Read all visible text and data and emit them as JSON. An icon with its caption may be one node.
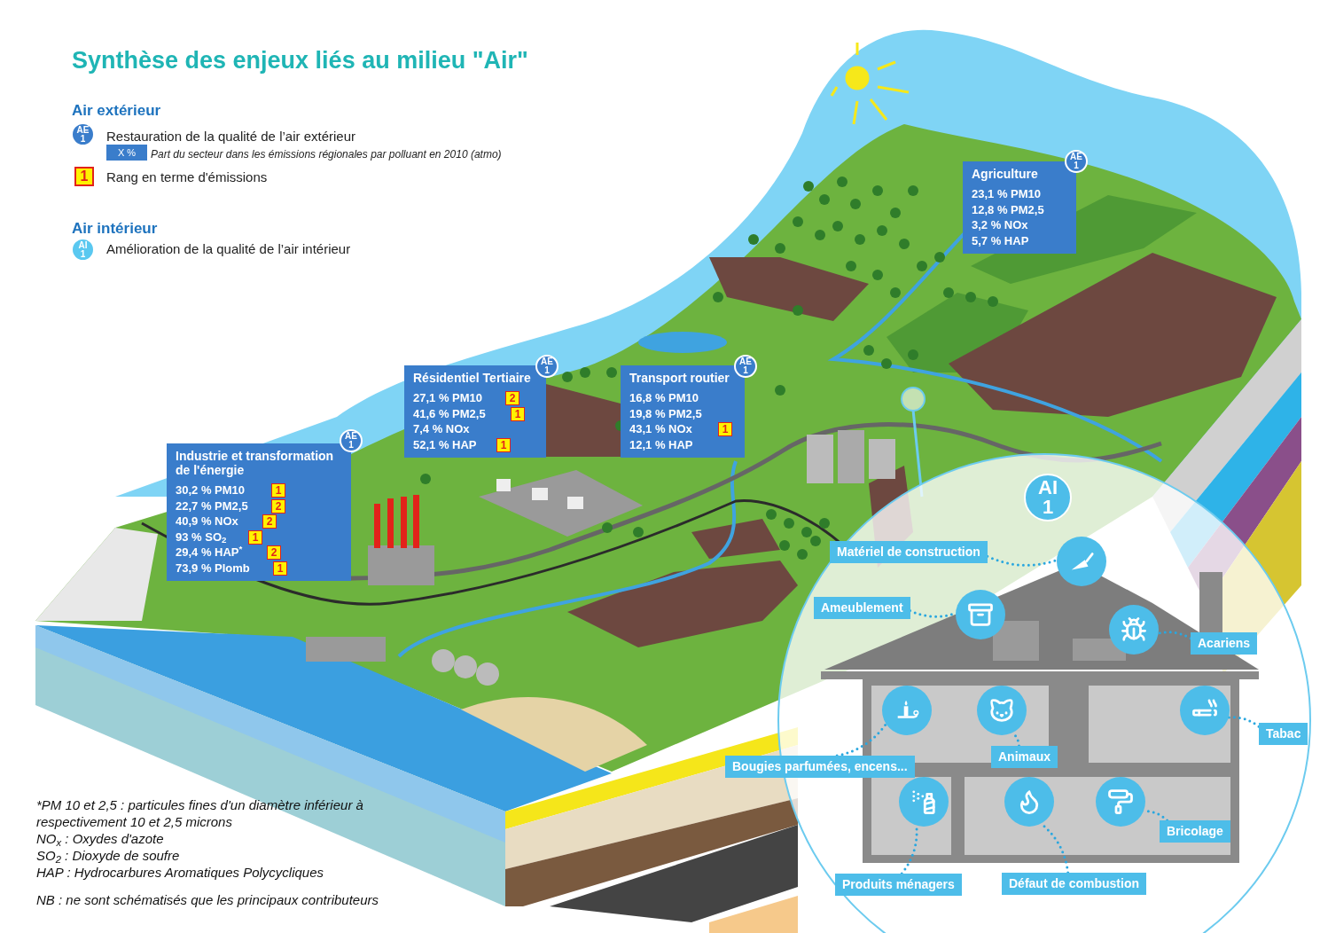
{
  "diagram": {
    "title": "Synthèse des enjeux liés au milieu \"Air\"",
    "nodes": [
      {
        "text": [
          "AE 1"
        ]
      },
      {
        "text": [
          "X %"
        ]
      },
      {
        "text": [
          "1"
        ]
      },
      {
        "text": [
          "AI 1"
        ]
      },
      {
        "text": [
          "Industrie et transformation de l'énergie",
          "30,2 % PM10",
          "22,7 % PM2,5",
          "40,9 % NOx",
          "93 % SO$_{2}$",
          "29,4 % HAP$^{*}$",
          "73,9 % Plomb"
        ]
      },
      {
        "text": [
          "AE 1"
        ]
      },
      {
        "text": [
          "1"
        ],
        "in": 4
      },
      {
        "text": [
          "2"
        ],
        "in": 4
      },
      {
        "text": [
          "2"
        ],
        "in": 4
      },
      {
        "text": [
          "1"
        ],
        "in": 4
      },
      {
        "text": [
          "2"
        ],
        "in": 4
      },
      {
        "text": [
          "1"
        ],
        "in": 4
      },
      {
        "text": [
          "Résidentiel Tertiaire",
          "27,1 % PM10",
          "41,6 % PM2,5",
          "7,4 % NOx",
          "52,1 % HAP"
        ]
      },
      {
        "text": [
          "AE 1"
        ]
      },
      {
        "text": [
          "2"
        ],
        "in": 12
      },
      {
        "text": [
          "1"
        ],
        "in": 12
      },
      {
        "text": [
          "1"
        ],
        "in": 12
      },
      {
        "text": [
          "Transport routier",
          "16,8 % PM10",
          "19,8 % PM2,5",
          "43,1 % NOx",
          "12,1 % HAP"
        ]
      },
      {
        "text": [
          "AE 1"
        ]
      },
      {
        "text": [
          "1"
        ],
        "in": 17
      },
      {
        "text": [
          "Agriculture",
          "23,1 % PM10",
          "12,8 % PM2,5",
          "3,2 % NOx",
          "5,7 % HAP"
        ]
      },
      {
        "text": [
          "AE 1"
        ]
      },
      {
        "text": [
          "AI 1"
        ]
      },
      {
        "text": [
          "Matériel de construction"
        ]
      },
      {
        "text": [],
        "shape": "circle"
      },
      {
        "text": [
          "Ameublement"
        ]
      },
      {
        "text": [],
        "shape": "circle"
      },
      {
        "text": [
          "Acariens"
        ]
      },
      {
        "text": [],
        "shape": "circle"
      },
      {
        "text": [
          "Bougies parfumées, encens..."
        ]
      },
      {
        "text": [],
        "shape": "circle"
      },
      {
        "text": [
          "Animaux"
        ]
      },
      {
        "text": [],
        "shape": "circle"
      },
      {
        "text": [
          "Tabac"
        ]
      },
      {
        "text": [],
        "shape": "circle"
      },
      {
        "text": [
          "Produits ménagers"
        ]
      },
      {
        "text": [],
        "shape": "circle"
      },
      {
        "text": [
          "Défaut de combustion"
        ]
      },
      {
        "text": [],
        "shape": "circle"
      },
      {
        "text": [
          "Bricolage"
        ]
      },
      {
        "text": [],
        "shape": "circle"
      }
    ],
    "edges": [
      {
        "from": 23,
        "to": 24,
        "arrow": "none",
        "style": "dashed"
      },
      {
        "from": 25,
        "to": 26,
        "arrow": "none",
        "style": "dashed"
      },
      {
        "from": 27,
        "to": 28,
        "arrow": "none",
        "style": "dashed"
      },
      {
        "from": 29,
        "to": 30,
        "arrow": "none",
        "style": "dashed"
      },
      {
        "from": 31,
        "to": 32,
        "arrow": "none",
        "style": "dashed"
      },
      {
        "from": 33,
        "to": 34,
        "arrow": "none",
        "style": "dashed"
      },
      {
        "from": 35,
        "to": 36,
        "arrow": "none",
        "style": "dashed"
      },
      {
        "from": 37,
        "to": 38,
        "arrow": "none",
        "style": "dashed"
      },
      {
        "from": 39,
        "to": 40,
        "arrow": "none",
        "style": "dashed"
      }
    ],
    "labels": [
      "Air extérieur",
      "Restauration de la qualité de l’air extérieur",
      "Part du secteur dans les émissions régionales par polluant en 2010 (atmo)",
      "Rang en terme d'émissions",
      "Air intérieur",
      "Amélioration de la qualité de l’air intérieur",
      "*PM 10 et 2,5 : particules fines d'un diamètre inférieur à respectivement 10 et 2,5 microns",
      "NO$_{x}$ : Oxydes d'azote",
      "SO$_{2}$ : Dioxyde de soufre",
      "HAP : Hydrocarbures Aromatiques Polycycliques",
      "NB : ne sont schématisés que les principaux contributeurs"
    ]
  }
}
